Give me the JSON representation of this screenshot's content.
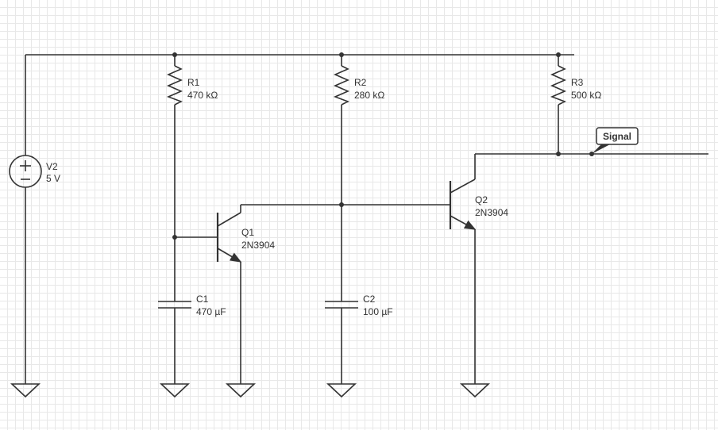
{
  "components": {
    "v2": {
      "name": "V2",
      "value": "5 V"
    },
    "r1": {
      "name": "R1",
      "value": "470 kΩ"
    },
    "r2": {
      "name": "R2",
      "value": "280 kΩ"
    },
    "r3": {
      "name": "R3",
      "value": "500 kΩ"
    },
    "q1": {
      "name": "Q1",
      "value": "2N3904"
    },
    "q2": {
      "name": "Q2",
      "value": "2N3904"
    },
    "c1": {
      "name": "C1",
      "value": "470 µF"
    },
    "c2": {
      "name": "C2",
      "value": "100 µF"
    }
  },
  "net_labels": {
    "signal": "Signal"
  },
  "colors": {
    "wire": "#333333",
    "grid": "#e8e8e8",
    "background": "#ffffff"
  }
}
